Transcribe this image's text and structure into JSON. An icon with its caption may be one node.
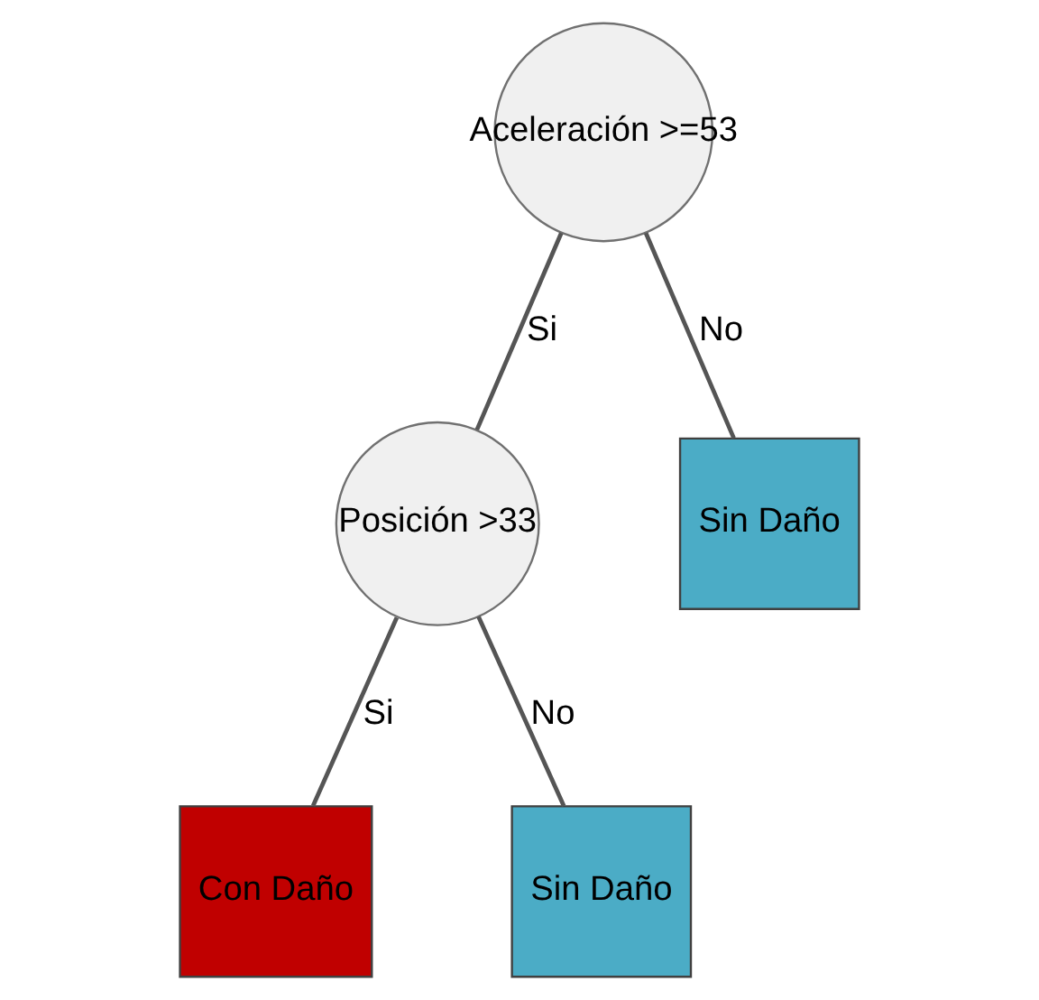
{
  "diagram": {
    "nodes": [
      {
        "text": [
          "Aceleración >=53"
        ]
      },
      {
        "text": [
          "Posición >33"
        ]
      },
      {
        "text": [
          "Sin Daño"
        ]
      },
      {
        "text": [
          "Con Daño"
        ]
      },
      {
        "text": [
          "Sin Daño"
        ]
      }
    ],
    "edges": [
      {
        "from": 0,
        "to": 1,
        "arrow": "none",
        "label": "Si"
      },
      {
        "from": 0,
        "to": 2,
        "arrow": "none",
        "label": "No"
      },
      {
        "from": 1,
        "to": 3,
        "arrow": "none",
        "label": "Si"
      },
      {
        "from": 1,
        "to": 4,
        "arrow": "none",
        "label": "No"
      }
    ]
  }
}
